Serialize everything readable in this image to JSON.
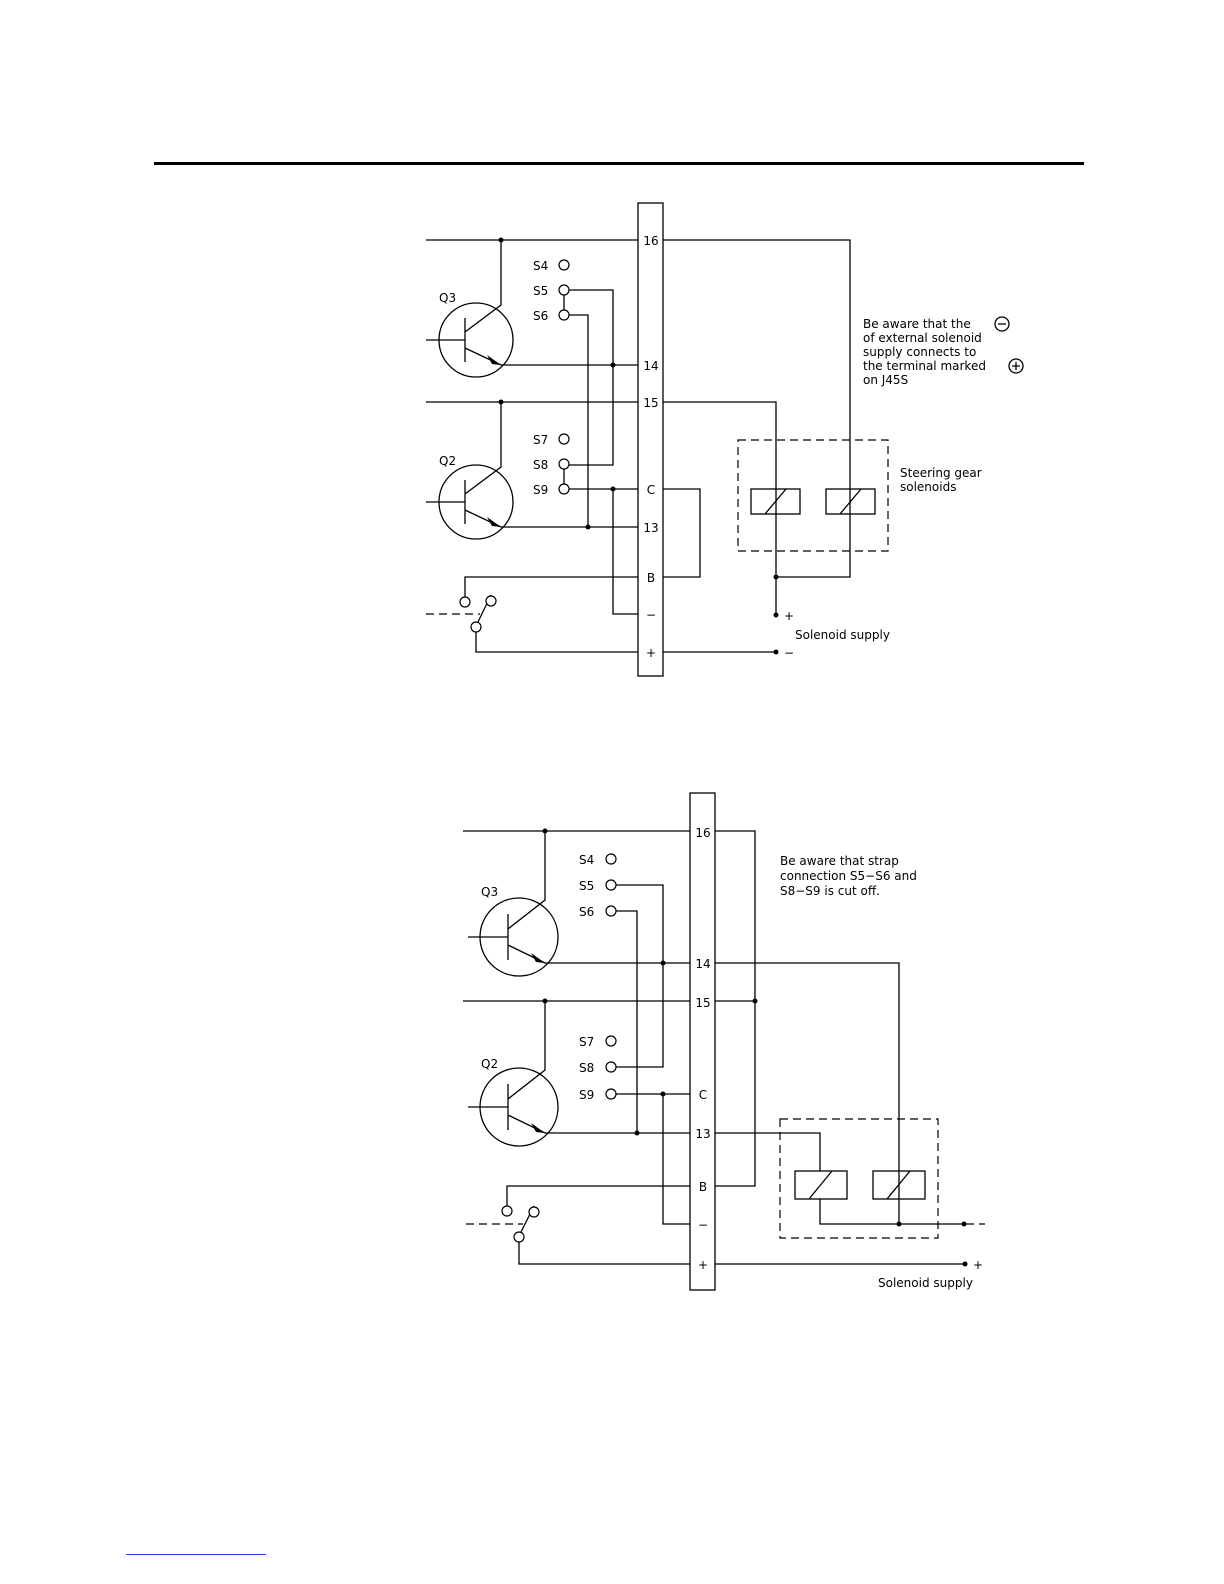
{
  "diagram1": {
    "terminals": [
      "16",
      "14",
      "15",
      "C",
      "13",
      "B",
      "−",
      "+"
    ],
    "straps": [
      "S4",
      "S5",
      "S6",
      "S7",
      "S8",
      "S9"
    ],
    "transistors": [
      "Q3",
      "Q2"
    ],
    "note_lines": [
      "Be aware that the",
      "of external solenoid",
      "supply connects to",
      "the terminal marked",
      "on J45S"
    ],
    "solenoid_label_lines": [
      "Steering gear",
      "solenoids"
    ],
    "supply_plus": "+",
    "supply_minus": "−",
    "supply_label": "Solenoid supply"
  },
  "diagram2": {
    "terminals": [
      "16",
      "14",
      "15",
      "C",
      "13",
      "B",
      "−",
      "+"
    ],
    "straps": [
      "S4",
      "S5",
      "S6",
      "S7",
      "S8",
      "S9"
    ],
    "transistors": [
      "Q3",
      "Q2"
    ],
    "note_lines": [
      "Be aware that strap",
      "connection S5−S6 and",
      "S8−S9 is cut off."
    ],
    "supply_plus": "+",
    "supply_label": "Solenoid supply"
  }
}
